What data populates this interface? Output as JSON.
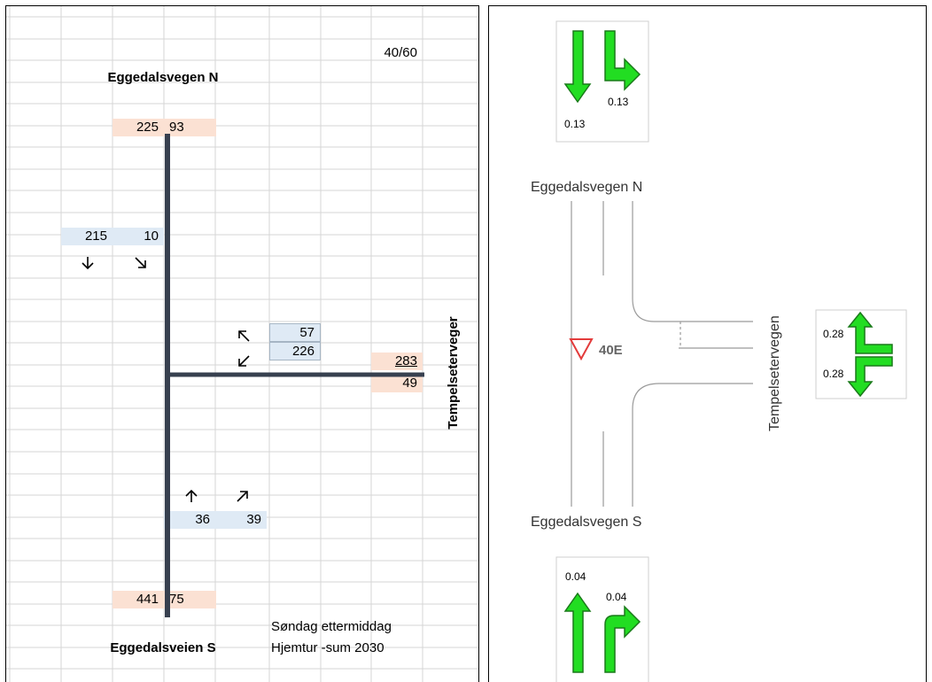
{
  "left": {
    "ratio": "40/60",
    "north_label": "Eggedalsvegen N",
    "south_label": "Eggedalsveien S",
    "east_label": "Tempelseterveger",
    "north_in": "225",
    "north_out": "93",
    "sb_through": "215",
    "sb_left": "10",
    "wb_right": "57",
    "wb_left": "226",
    "east_out": "283",
    "east_in": "49",
    "nb_through": "36",
    "nb_right": "39",
    "south_out": "441",
    "south_in": "75",
    "note_line1": "Søndag ettermiddag",
    "note_line2": "Hjemtur -sum 2030"
  },
  "right": {
    "north_label": "Eggedalsvegen N",
    "south_label": "Eggedalsvegen S",
    "east_label": "Tempelsetervegen",
    "sign_text": "40E",
    "north_signal": {
      "through": "0.13",
      "turn": "0.13"
    },
    "east_signal": {
      "left": "0.28",
      "right": "0.28"
    },
    "south_signal": {
      "through": "0.04",
      "right": "0.04"
    }
  },
  "colors": {
    "road": "#37404f",
    "arrow_fill": "#22dd22",
    "arrow_stroke": "#1a7a1a",
    "yield_sign": "#e33b3b",
    "orange_cell": "#fbe1d3",
    "blue_cell": "#dfeaf5"
  }
}
